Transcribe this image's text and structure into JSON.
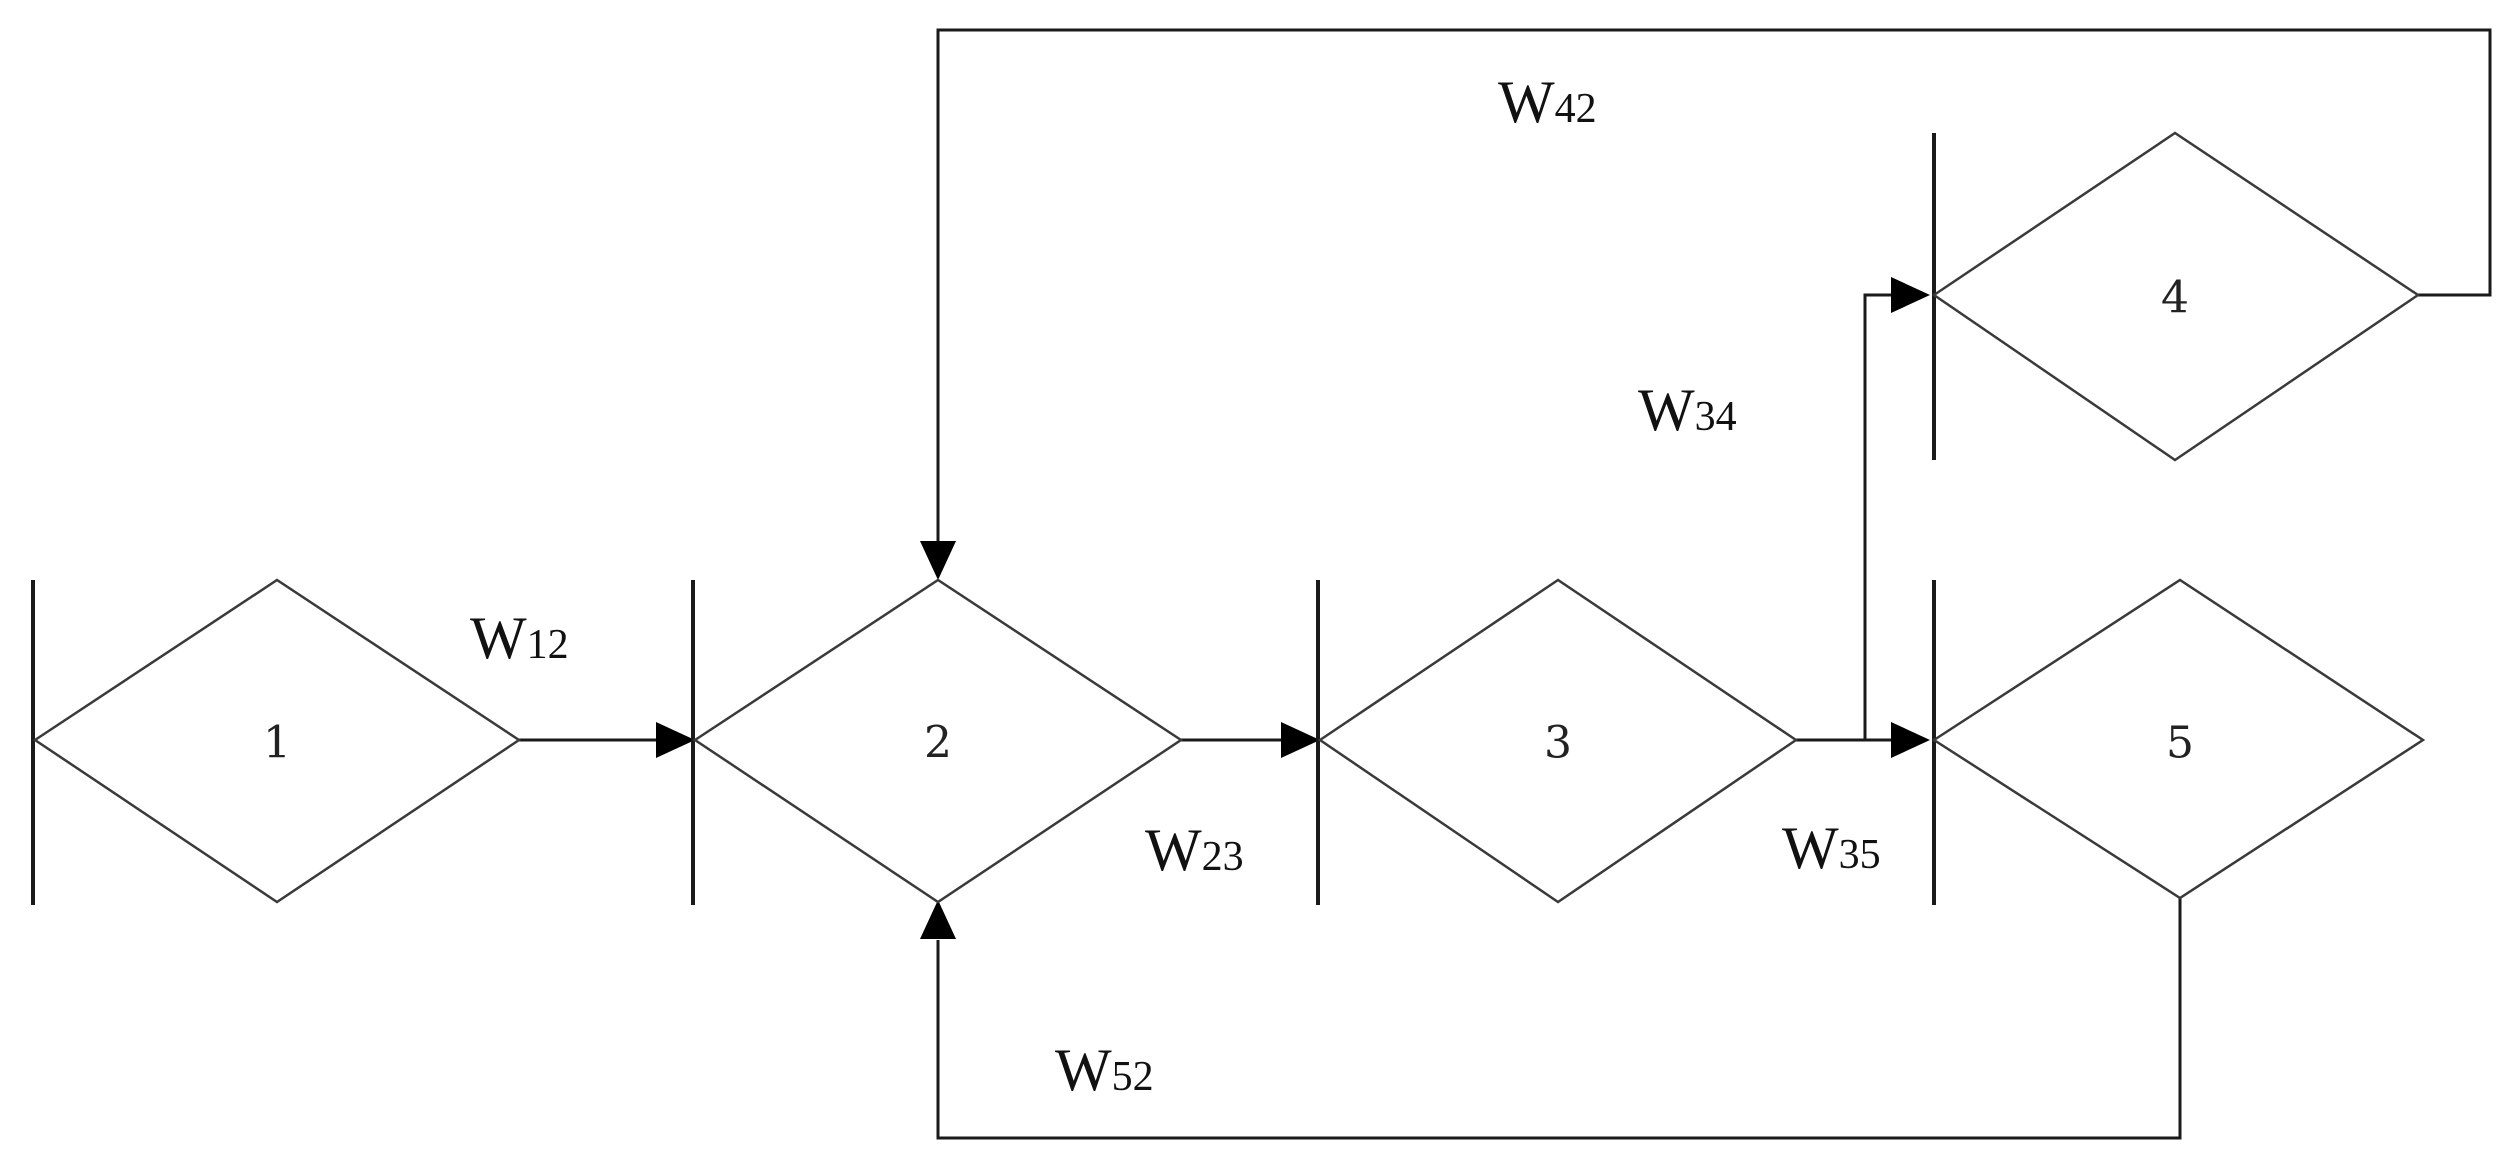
{
  "nodes": [
    {
      "id": "1",
      "label": "1"
    },
    {
      "id": "2",
      "label": "2"
    },
    {
      "id": "3",
      "label": "3"
    },
    {
      "id": "4",
      "label": "4"
    },
    {
      "id": "5",
      "label": "5"
    }
  ],
  "edges": [
    {
      "from": "1",
      "to": "2",
      "label": "W",
      "sub": "12"
    },
    {
      "from": "2",
      "to": "3",
      "label": "W",
      "sub": "23"
    },
    {
      "from": "3",
      "to": "4",
      "label": "W",
      "sub": "34"
    },
    {
      "from": "3",
      "to": "5",
      "label": "W",
      "sub": "35"
    },
    {
      "from": "4",
      "to": "2",
      "label": "W",
      "sub": "42"
    },
    {
      "from": "5",
      "to": "2",
      "label": "W",
      "sub": "52"
    }
  ]
}
